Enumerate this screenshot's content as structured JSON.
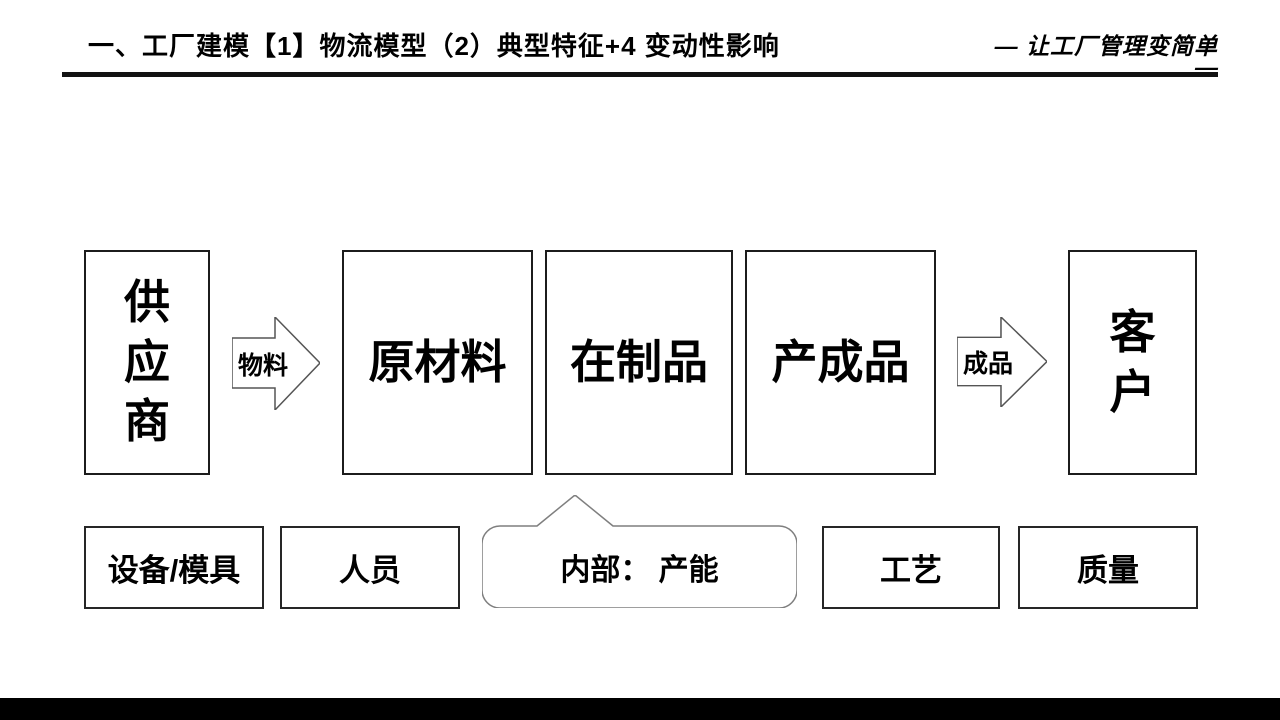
{
  "header": {
    "title": "一、工厂建模【1】物流模型（2）典型特征+4 变动性影响",
    "tagline": "— 让工厂管理变简单",
    "tagline_dash": "—"
  },
  "flow": {
    "supplier": "供应商",
    "material_arrow_label": "物料",
    "raw_material": "原材料",
    "work_in_process": "在制品",
    "finished_goods": "产成品",
    "product_arrow_label": "成品",
    "customer": "客户"
  },
  "variability": {
    "equipment": "设备/模具",
    "people": "人员",
    "internal_capacity": "内部： 产能",
    "process": "工艺",
    "quality": "质量"
  },
  "colors": {
    "text": "#000000",
    "box_border": "#1c1c1c",
    "arrow_border": "#555555",
    "callout_border": "#7f7f7f",
    "header_rule": "#121212",
    "footer_bar": "#000000",
    "background": "#ffffff"
  }
}
